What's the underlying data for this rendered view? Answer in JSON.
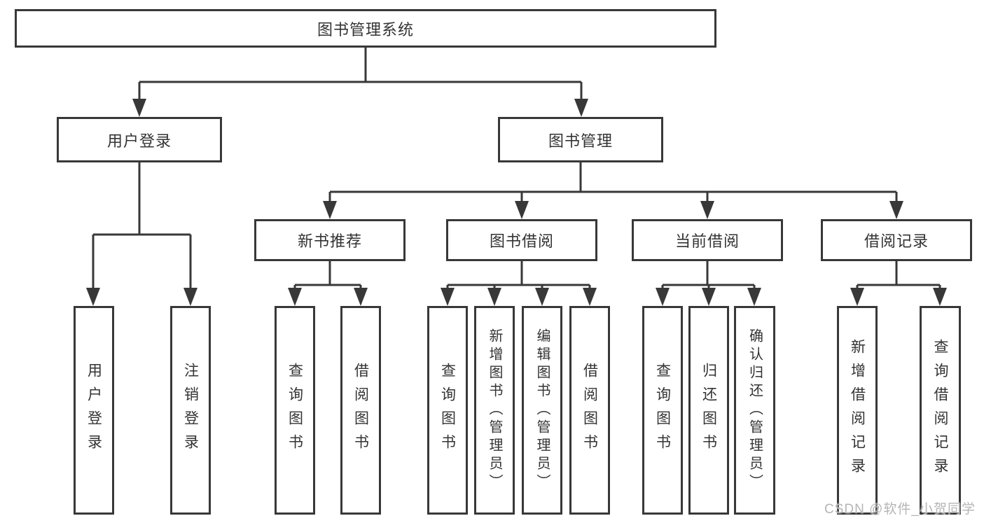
{
  "title": "图书管理系统",
  "colors": {
    "line": "#383838",
    "box_border": "#383838",
    "text": "#333333",
    "background": "#ffffff",
    "watermark": "#b5b5b5"
  },
  "watermark": "CSDN @软件_小贺同学",
  "nodes": {
    "root": "图书管理系统",
    "user_login_branch": {
      "label": "用户登录",
      "children": [
        "用户登录",
        "注销登录"
      ]
    },
    "book_mgmt_branch": {
      "label": "图书管理",
      "sections": [
        {
          "label": "新书推荐",
          "children": [
            "查询图书",
            "借阅图书"
          ]
        },
        {
          "label": "图书借阅",
          "children": [
            "查询图书",
            "新增图书（管理员）",
            "编辑图书（管理员）",
            "借阅图书"
          ]
        },
        {
          "label": "当前借阅",
          "children": [
            "查询图书",
            "归还图书",
            "确认归还（管理员）"
          ]
        },
        {
          "label": "借阅记录",
          "children": [
            "新增借阅记录",
            "查询借阅记录"
          ]
        }
      ]
    }
  }
}
